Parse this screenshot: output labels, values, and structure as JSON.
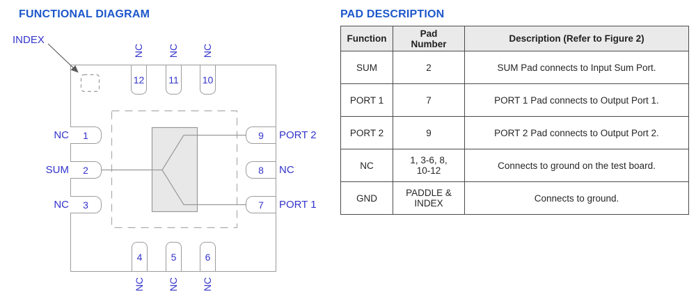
{
  "left": {
    "title": "FUNCTIONAL DIAGRAM",
    "index_label": "INDEX",
    "pins": {
      "top": [
        {
          "number": "12",
          "label": "NC"
        },
        {
          "number": "11",
          "label": "NC"
        },
        {
          "number": "10",
          "label": "NC"
        }
      ],
      "bottom": [
        {
          "number": "4",
          "label": "NC"
        },
        {
          "number": "5",
          "label": "NC"
        },
        {
          "number": "6",
          "label": "NC"
        }
      ],
      "left": [
        {
          "number": "1",
          "label": "NC"
        },
        {
          "number": "2",
          "label": "SUM"
        },
        {
          "number": "3",
          "label": "NC"
        }
      ],
      "right": [
        {
          "number": "9",
          "label": "PORT 2"
        },
        {
          "number": "8",
          "label": "NC"
        },
        {
          "number": "7",
          "label": "PORT 1"
        }
      ]
    }
  },
  "right": {
    "title": "PAD DESCRIPTION",
    "table": {
      "headers": [
        "Function",
        "Pad\nNumber",
        "Description (Refer to Figure 2)"
      ],
      "rows": [
        {
          "function": "SUM",
          "pad": "2",
          "description": "SUM Pad connects to Input Sum Port."
        },
        {
          "function": "PORT 1",
          "pad": "7",
          "description": "PORT 1 Pad connects to Output Port 1."
        },
        {
          "function": "PORT 2",
          "pad": "9",
          "description": "PORT 2 Pad connects to Output Port 2."
        },
        {
          "function": "NC",
          "pad": "1, 3-6, 8,\n10-12",
          "description": "Connects to ground on the test board."
        },
        {
          "function": "GND",
          "pad": "PADDLE &\nINDEX",
          "description": "Connects to ground."
        }
      ]
    }
  },
  "colors": {
    "title_blue": "#1c57cb",
    "label_blue": "#3333cc",
    "outline_gray": "#9b9b9b",
    "splitter_fill": "#e8e8e8",
    "table_header_bg": "#eaeaea"
  }
}
